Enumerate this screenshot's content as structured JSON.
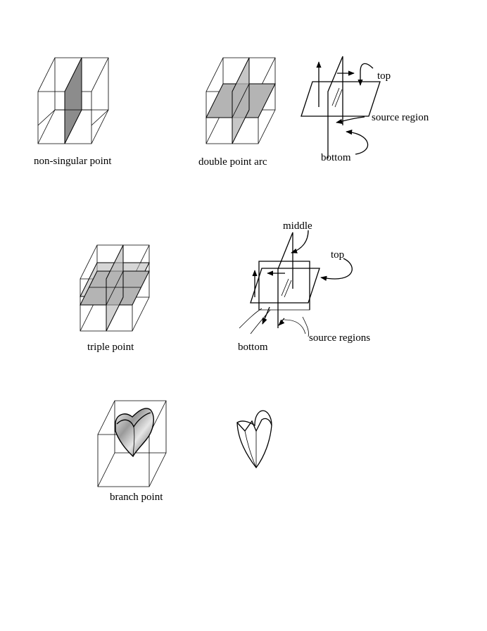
{
  "labels": {
    "non_singular_point": "non-singular point",
    "double_point_arc": "double point arc",
    "top_1": "top",
    "source_region": "source region",
    "bottom_1": "bottom",
    "middle": "middle",
    "top_2": "top",
    "triple_point": "triple point",
    "bottom_2": "bottom",
    "source_regions": "source regions",
    "branch_point": "branch point"
  },
  "colors": {
    "sheet_fill": "#b4b4b4",
    "sheet_fill_dark": "#8c8c8c",
    "line": "#000000"
  }
}
